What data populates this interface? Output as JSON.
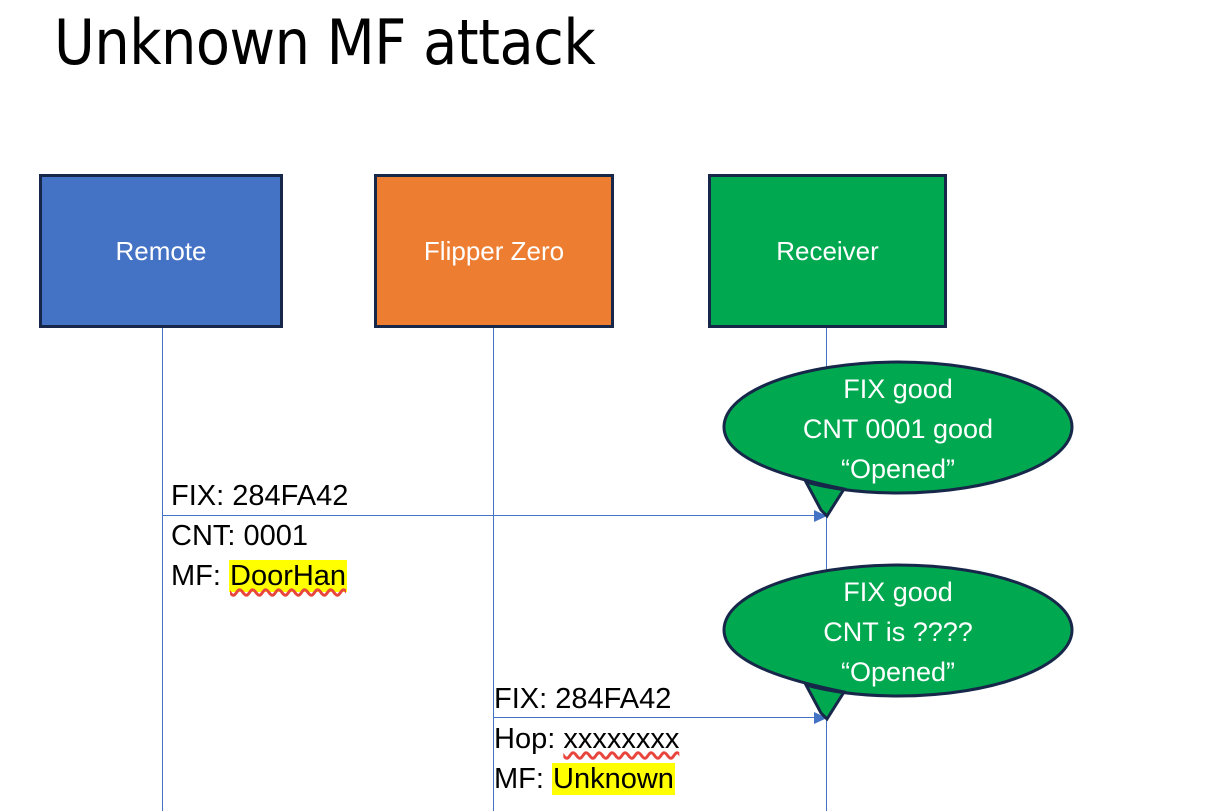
{
  "slide": {
    "title": "Unknown MF attack",
    "background": "#ffffff"
  },
  "colors": {
    "remote_blue": "#4472C4",
    "flipper_orange": "#ED7D31",
    "receiver_green": "#00A94F",
    "box_border_navy": "#17274A",
    "highlight_yellow": "#FFFF00",
    "spellcheck_red": "#E8453C",
    "arrow_blue": "#4472C4",
    "callout_text": "#FFFFFF"
  },
  "actors": [
    {
      "id": "remote",
      "label": "Remote"
    },
    {
      "id": "flipper",
      "label": "Flipper Zero"
    },
    {
      "id": "receiver",
      "label": "Receiver"
    }
  ],
  "messages": [
    {
      "id": "message-1",
      "from": "remote",
      "to": "receiver",
      "lines": {
        "line1": "FIX: 284FA42",
        "line2": "CNT: 0001",
        "line3_prefix": "MF: ",
        "line3_value": "DoorHan"
      }
    },
    {
      "id": "message-2",
      "from": "flipper",
      "to": "receiver",
      "lines": {
        "line1": "FIX: 284FA42",
        "line2_prefix": "Hop: ",
        "line2_value": "xxxxxxxx",
        "line3_prefix": "MF: ",
        "line3_value": "Unknown"
      }
    }
  ],
  "callouts": [
    {
      "id": "callout-1",
      "line1": "FIX good",
      "line2": "CNT 0001 good",
      "line3": "“Opened”"
    },
    {
      "id": "callout-2",
      "line1": "FIX good",
      "line2": "CNT is ????",
      "line3": "“Opened”"
    }
  ]
}
